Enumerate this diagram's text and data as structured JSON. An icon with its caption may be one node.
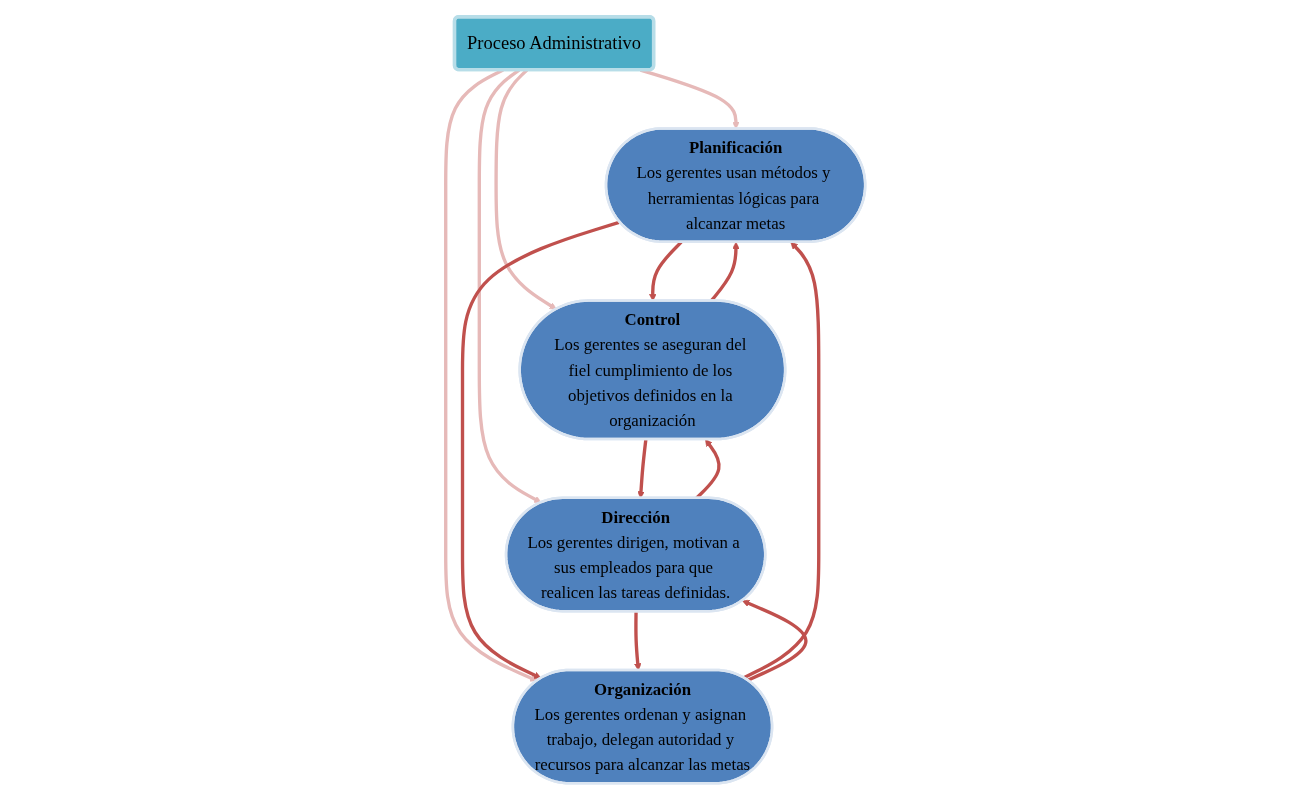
{
  "diagram": {
    "nodes": [
      {
        "text": [
          "Planificación",
          "Los gerentes usan métodos y herramientas lógicas para alcanzar metas"
        ]
      },
      {
        "text": [
          "Proceso Administrativo"
        ]
      },
      {
        "text": [
          "Control",
          "Los gerentes se aseguran del fiel cumplimiento de los objetivos definidos en la organización"
        ]
      },
      {
        "text": [
          "Organización",
          "Los gerentes ordenan y asignan trabajo, delegan autoridad y recursos para alcanzar las metas"
        ]
      },
      {
        "text": [
          "Dirección",
          "Los gerentes dirigen, motivan a sus empleados para que realicen las tareas definidas."
        ]
      }
    ],
    "edges": [
      {
        "from": 1,
        "to": 0,
        "arrow": "to",
        "color": "#e6b9b8"
      },
      {
        "from": 1,
        "to": 2,
        "arrow": "to",
        "color": "#e6b9b8"
      },
      {
        "from": 1,
        "to": 3,
        "arrow": "to",
        "color": "#e6b9b8"
      },
      {
        "from": 1,
        "to": 4,
        "arrow": "to",
        "color": "#e6b9b8"
      },
      {
        "from": 2,
        "to": 0,
        "arrow": "to"
      },
      {
        "from": 0,
        "to": 2,
        "arrow": "to"
      },
      {
        "from": 3,
        "to": 0,
        "arrow": "to"
      },
      {
        "from": 0,
        "to": 3,
        "arrow": "to"
      },
      {
        "from": 4,
        "to": 2,
        "arrow": "to"
      },
      {
        "from": 2,
        "to": 4,
        "arrow": "to"
      },
      {
        "from": 4,
        "to": 3,
        "arrow": "to"
      },
      {
        "from": 3,
        "to": 4,
        "arrow": "to"
      }
    ]
  }
}
